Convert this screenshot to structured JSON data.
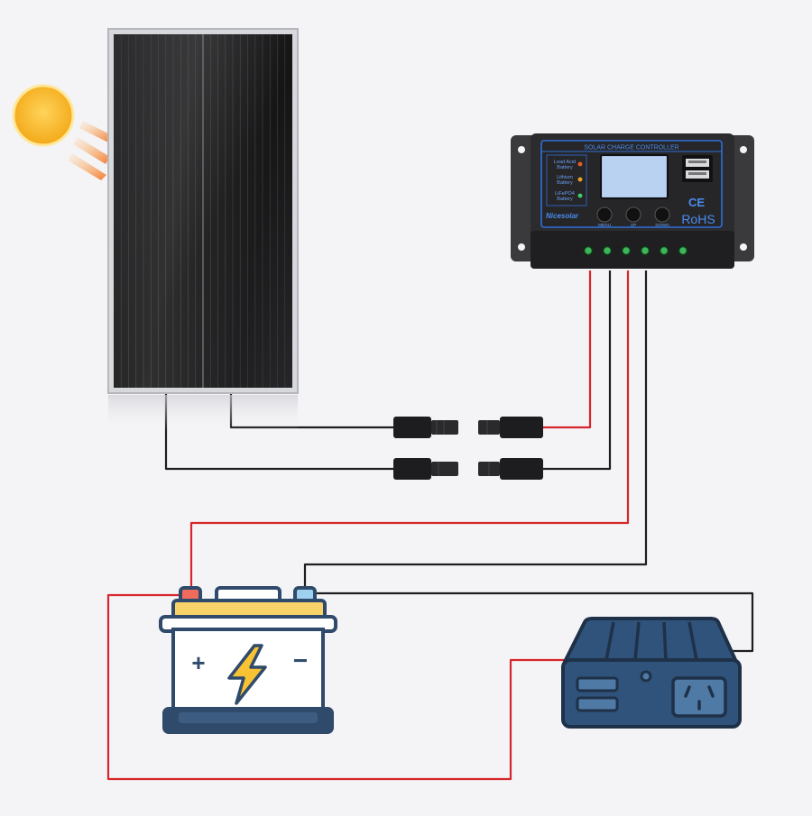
{
  "controller": {
    "heading": "SOLAR CHARGE CONTROLLER",
    "battery_types": [
      "Lead Acid",
      "Battery",
      "Lithium",
      "Battery",
      "LiFePO4",
      "Battery"
    ],
    "brand": "Nicesolar",
    "buttons": [
      "MENU",
      "UP",
      "DOWN"
    ],
    "ce_mark": "CE",
    "rohs_mark": "RoHS"
  },
  "battery": {
    "plus_symbol": "+",
    "minus_symbol": "−"
  },
  "colors": {
    "background": "#f4f4f7",
    "positive_wire": "#d6262b",
    "negative_wire": "#1e1e1e",
    "controller_accent": "#2f6fd8",
    "battery_top": "#f7d36a",
    "battery_body": "#2f4a6b",
    "inverter_body": "#2f537a",
    "bolt": "#f7c234",
    "sun": "#f5b51c"
  },
  "icons": [
    "sun-icon",
    "lightning-bolt-icon",
    "power-socket-icon",
    "usb-port-icon"
  ]
}
